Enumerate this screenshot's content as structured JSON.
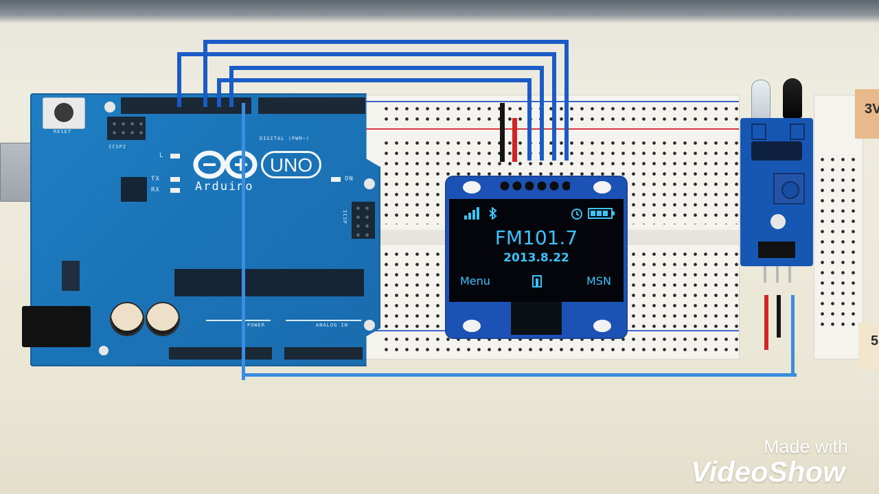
{
  "arduino": {
    "logo_text": "UNO",
    "brand_text": "Arduino",
    "reset_label": "RESET",
    "icsp2_label": "ICSP2",
    "digital_label": "DIGITAL (PWM~)",
    "power_label": "POWER",
    "analog_label": "ANALOG IN",
    "led_labels": [
      "L",
      "TX",
      "RX"
    ],
    "on_label": "ON",
    "icsp_label": "ICSP",
    "color": "#1b74b8"
  },
  "oled": {
    "frequency": "FM101.7",
    "date": "2013.8.22",
    "left_soft_key": "Menu",
    "right_soft_key": "MSN",
    "signal_icon": "signal-bars-icon",
    "bluetooth_icon": "bluetooth-icon",
    "battery_icon": "battery-icon",
    "center_icon": "music-icon",
    "text_color": "#3bc4ff",
    "board_color": "#1c52b6"
  },
  "breadboard": {
    "edge_labels": [
      "3V",
      "5"
    ]
  },
  "ir_sensor": {
    "color": "#1757b4"
  },
  "watermark": {
    "line1": "Made with",
    "line2": "VideoShow"
  }
}
